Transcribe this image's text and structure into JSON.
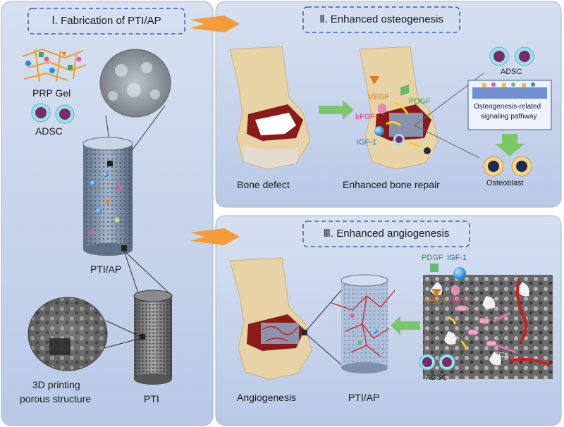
{
  "panel1": {
    "title": "Ⅰ. Fabrication of PTI/AP",
    "prp_gel": "PRP Gel",
    "adsc": "ADSC",
    "pti_ap": "PTI/AP",
    "print_line1": "3D printing",
    "print_line2": "porous structure",
    "pti": "PTI"
  },
  "panel2": {
    "title": "Ⅱ. Enhanced osteogenesis",
    "vegf": "VEGF",
    "pdgf": "PDGF",
    "bfgf": "bFGF",
    "igf1": "IGF-1",
    "adsc": "ADSC",
    "pathway_line1": "Osteogenesis-related",
    "pathway_line2": "signaling pathway",
    "osteoblast": "Osteoblast",
    "bone_defect": "Bone defect",
    "bone_repair": "Enhanced bone repair"
  },
  "panel3": {
    "title": "Ⅲ. Enhanced angiogenesis",
    "pdgf": "PDGF",
    "igf1": "IGF-1",
    "vegf": "VEGF",
    "bfgf": "bFGF",
    "ecs": "ECs",
    "adsc": "ADSC",
    "angiogenesis": "Angiogenesis",
    "pti_ap": "PTI/AP"
  },
  "colors": {
    "panel_bg": "#cdd9ee",
    "panel_border": "#9fb3d6",
    "title_border": "#3a5fa8",
    "bone": "#e8d3a6",
    "marrow": "#8b1a1a",
    "arrow_orange": "#f39c3a",
    "arrow_green": "#7cc66a",
    "vessel": "#cc1f1f"
  }
}
